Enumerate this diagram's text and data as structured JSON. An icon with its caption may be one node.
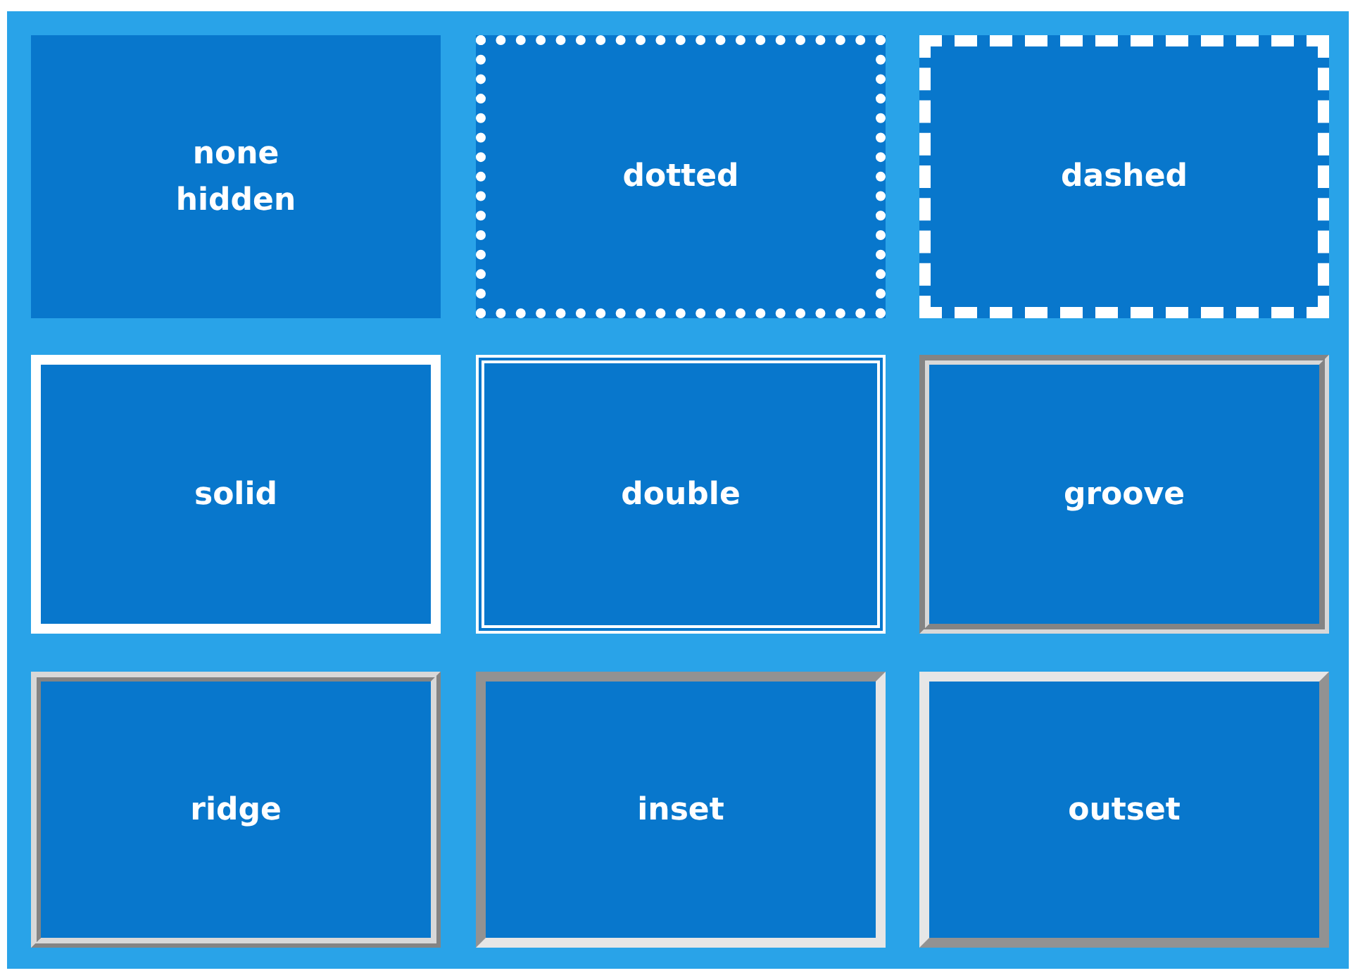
{
  "diagram": {
    "nodes": [
      {
        "text": [
          "none hidden"
        ]
      },
      {
        "text": [
          "dotted"
        ]
      },
      {
        "text": [
          "dashed"
        ]
      },
      {
        "text": [
          "solid"
        ]
      },
      {
        "text": [
          "double"
        ]
      },
      {
        "text": [
          "groove"
        ]
      },
      {
        "text": [
          "ridge"
        ]
      },
      {
        "text": [
          "inset"
        ]
      },
      {
        "text": [
          "outset"
        ]
      }
    ]
  }
}
